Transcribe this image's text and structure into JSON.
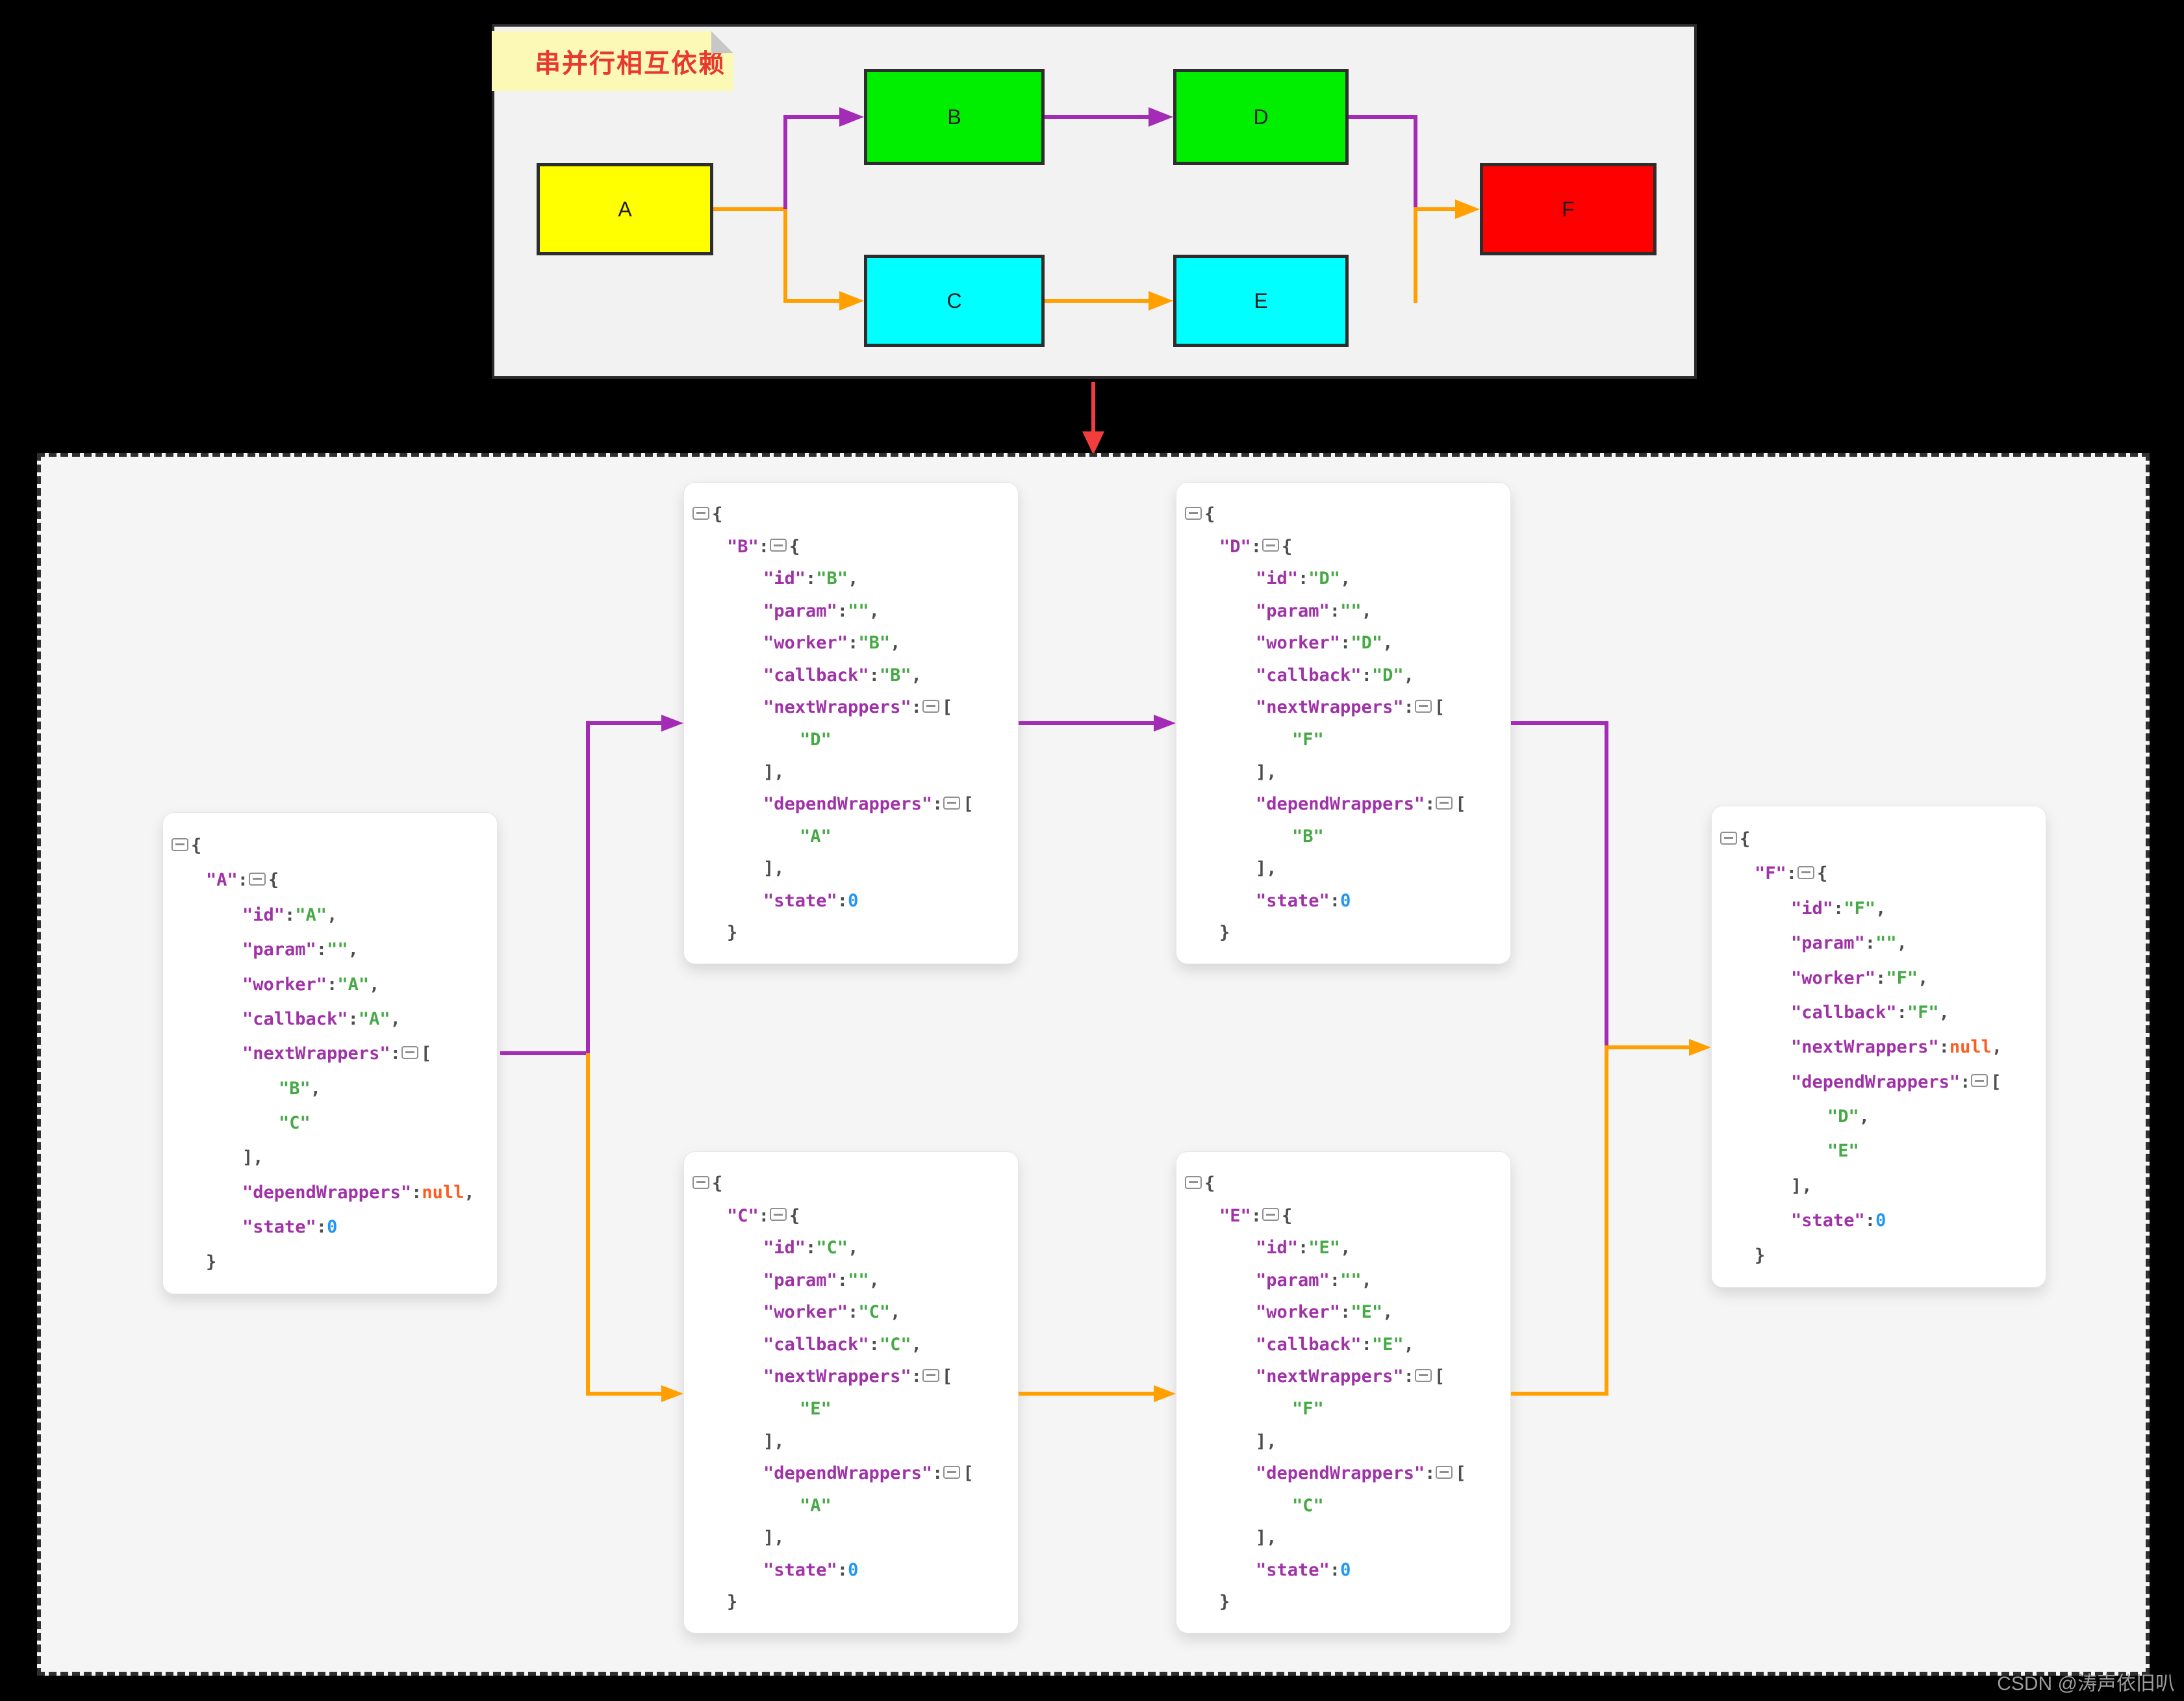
{
  "watermark": "CSDN @涛声依旧叭",
  "colors": {
    "purple": "#a32bb5",
    "orange": "#ffa000",
    "red_arrow": "#f23d3d",
    "json_key": "#a032a8",
    "json_string": "#45a945",
    "json_null": "#fb5d22",
    "json_number": "#2196f3",
    "json_punct": "#4d4d4d",
    "note_bg": "#fcf9b6",
    "note_text": "#e8392e"
  },
  "flow_diagram": {
    "note_text": "串并行相互依赖",
    "nodes": [
      {
        "id": "A",
        "label": "A",
        "fill": "#ffff00"
      },
      {
        "id": "B",
        "label": "B",
        "fill": "#00ee00"
      },
      {
        "id": "C",
        "label": "C",
        "fill": "#00ffff"
      },
      {
        "id": "D",
        "label": "D",
        "fill": "#00ee00"
      },
      {
        "id": "E",
        "label": "E",
        "fill": "#00ffff"
      },
      {
        "id": "F",
        "label": "F",
        "fill": "#ff0000"
      }
    ],
    "edges": [
      {
        "from": "A",
        "to": "B",
        "color": "purple"
      },
      {
        "from": "A",
        "to": "C",
        "color": "orange"
      },
      {
        "from": "B",
        "to": "D",
        "color": "purple"
      },
      {
        "from": "C",
        "to": "E",
        "color": "orange"
      },
      {
        "from": "D",
        "to": "F",
        "color": "purple"
      },
      {
        "from": "E",
        "to": "F",
        "color": "orange"
      }
    ]
  },
  "json_cards": [
    {
      "key": "A",
      "fields": {
        "id": "A",
        "param": "",
        "worker": "A",
        "callback": "A",
        "nextWrappers": [
          "B",
          "C"
        ],
        "dependWrappers": null,
        "state": 0
      }
    },
    {
      "key": "B",
      "fields": {
        "id": "B",
        "param": "",
        "worker": "B",
        "callback": "B",
        "nextWrappers": [
          "D"
        ],
        "dependWrappers": [
          "A"
        ],
        "state": 0
      }
    },
    {
      "key": "C",
      "fields": {
        "id": "C",
        "param": "",
        "worker": "C",
        "callback": "C",
        "nextWrappers": [
          "E"
        ],
        "dependWrappers": [
          "A"
        ],
        "state": 0
      }
    },
    {
      "key": "D",
      "fields": {
        "id": "D",
        "param": "",
        "worker": "D",
        "callback": "D",
        "nextWrappers": [
          "F"
        ],
        "dependWrappers": [
          "B"
        ],
        "state": 0
      }
    },
    {
      "key": "E",
      "fields": {
        "id": "E",
        "param": "",
        "worker": "E",
        "callback": "E",
        "nextWrappers": [
          "F"
        ],
        "dependWrappers": [
          "C"
        ],
        "state": 0
      }
    },
    {
      "key": "F",
      "fields": {
        "id": "F",
        "param": "",
        "worker": "F",
        "callback": "F",
        "nextWrappers": null,
        "dependWrappers": [
          "D",
          "E"
        ],
        "state": 0
      }
    }
  ]
}
